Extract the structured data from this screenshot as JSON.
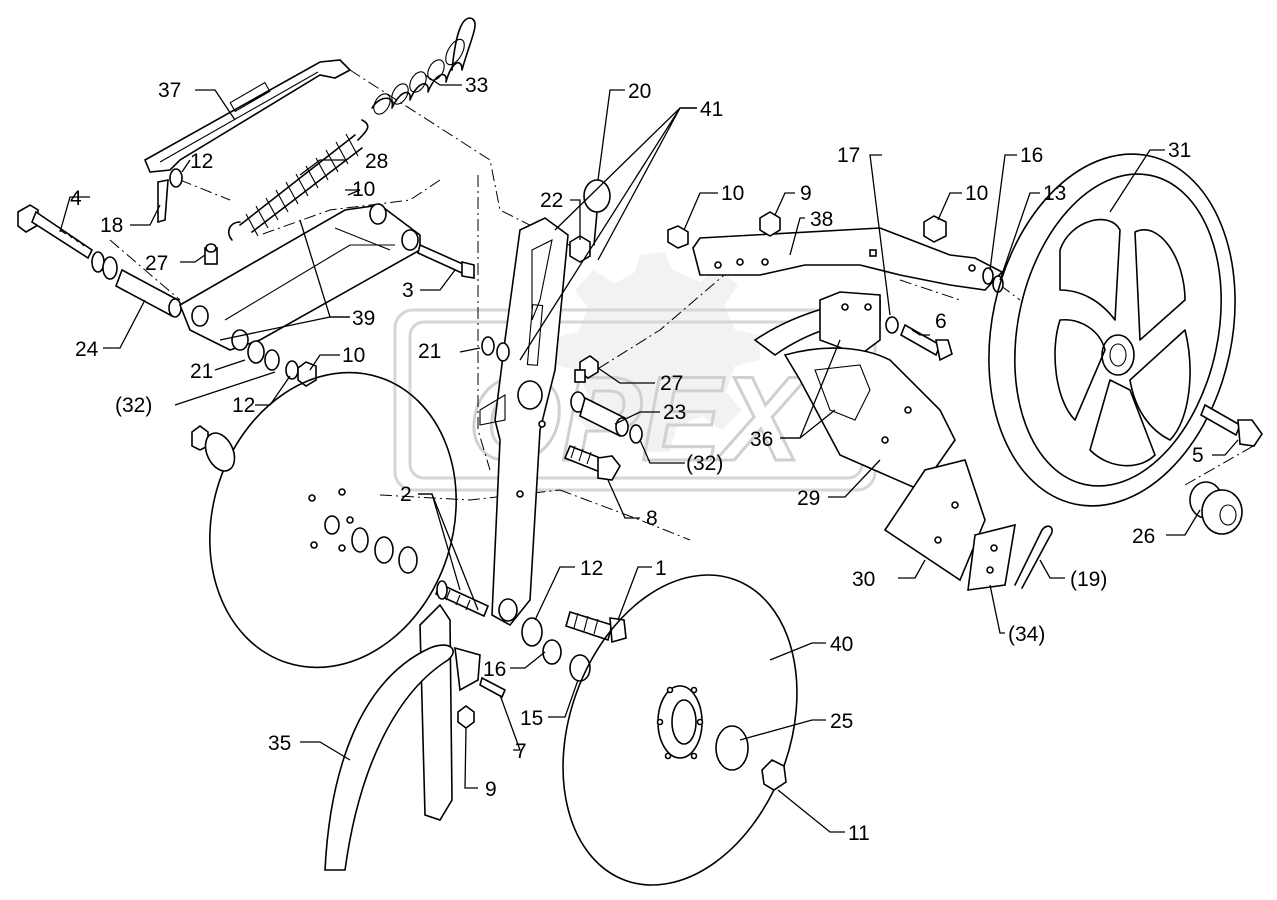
{
  "watermark": {
    "text": "OPEX"
  },
  "callouts": {
    "c37": "37",
    "c33": "33",
    "c12a": "12",
    "c28": "28",
    "c18": "18",
    "c4": "4",
    "c10a": "10",
    "c27a": "27",
    "c3": "3",
    "c24": "24",
    "c39": "39",
    "c21a": "21",
    "c10b": "10",
    "c32a": "(32)",
    "c12b": "12",
    "c20": "20",
    "c41": "41",
    "c22": "22",
    "c21b": "21",
    "c27b": "27",
    "c23": "23",
    "c32b": "(32)",
    "c8": "8",
    "c2": "2",
    "c10c": "10",
    "c9a": "9",
    "c38": "38",
    "c17": "17",
    "c16a": "16",
    "c10d": "10",
    "c13": "13",
    "c31": "31",
    "c6": "6",
    "c36": "36",
    "c29": "29",
    "c5": "5",
    "c26": "26",
    "c30": "30",
    "c19": "(19)",
    "c34": "(34)",
    "c12c": "12",
    "c1": "1",
    "c16b": "16",
    "c15": "15",
    "c40": "40",
    "c7": "7",
    "c9b": "9",
    "c35": "35",
    "c25": "25",
    "c11": "11"
  }
}
